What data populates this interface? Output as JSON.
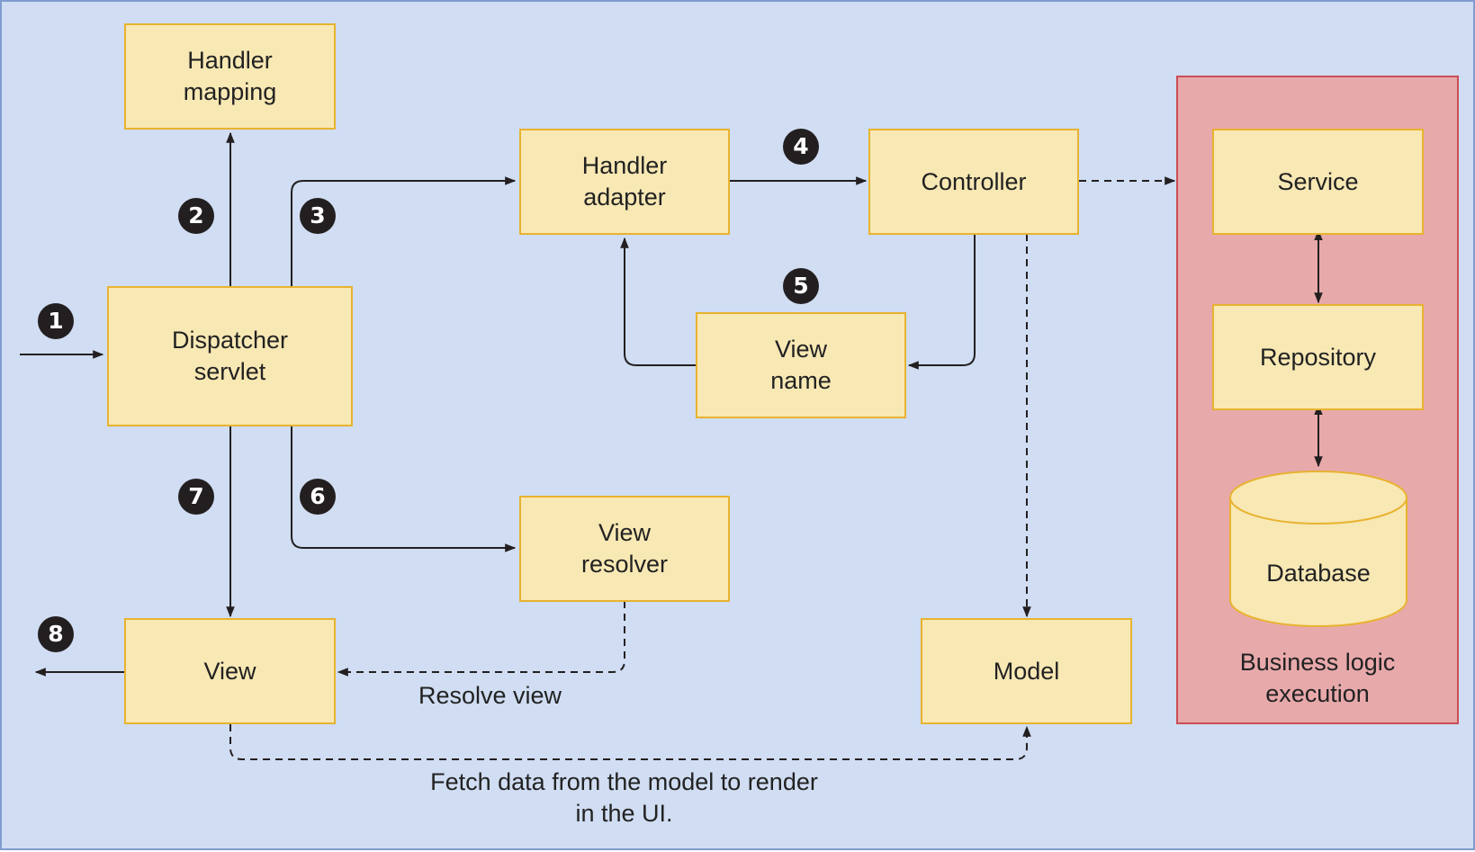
{
  "nodes": {
    "handler_mapping": "Handler\nmapping",
    "dispatcher_servlet": "Dispatcher\nservlet",
    "handler_adapter": "Handler\nadapter",
    "controller": "Controller",
    "view_name": "View\nname",
    "view_resolver": "View\nresolver",
    "view": "View",
    "model": "Model",
    "service": "Service",
    "repository": "Repository",
    "database": "Database"
  },
  "business_zone_label": "Business logic\nexecution",
  "edge_labels": {
    "resolve_view": "Resolve view",
    "fetch_data": "Fetch data from the model to render\nin the UI."
  },
  "steps": [
    "1",
    "2",
    "3",
    "4",
    "5",
    "6",
    "7",
    "8"
  ],
  "colors": {
    "background": "#d0ddf2",
    "box_fill": "#f8e8b4",
    "box_border": "#e8b330",
    "zone_fill": "#e8a9ab",
    "zone_border": "#c94f55",
    "badge": "#231f20"
  }
}
